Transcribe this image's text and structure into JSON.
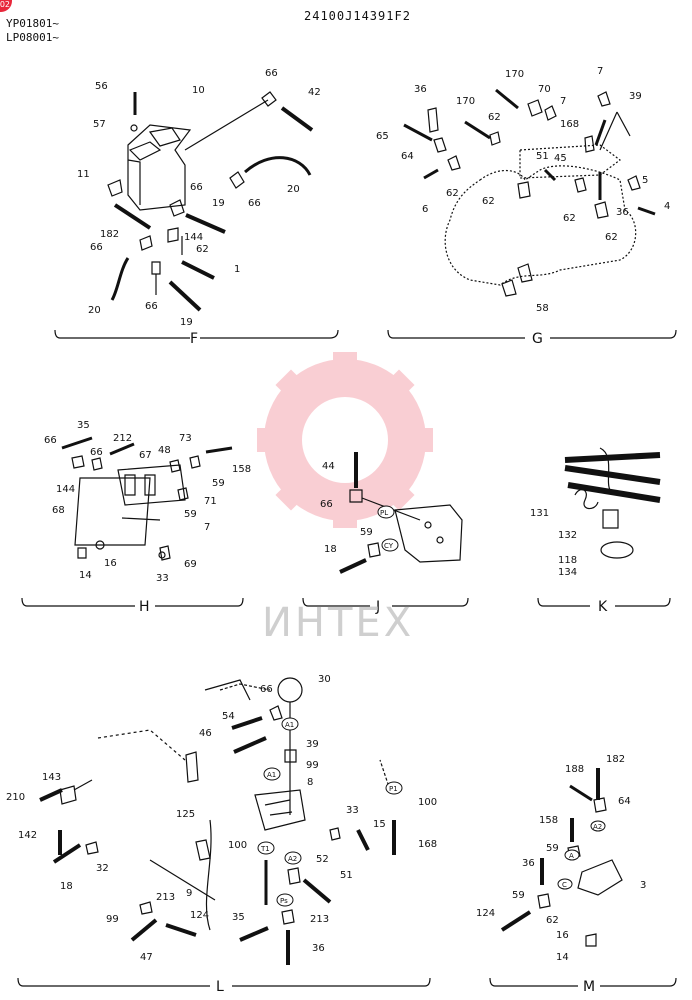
{
  "corner_badge": "02",
  "header": {
    "serial_1": "YP01801~",
    "serial_2": "LP08001~",
    "drawing_no": "24100J14391F2"
  },
  "watermark": "ИНТЕХ",
  "sections": {
    "F": {
      "label": "F",
      "parts": [
        "56",
        "10",
        "66",
        "42",
        "57",
        "11",
        "66",
        "20",
        "66",
        "19",
        "182",
        "144",
        "66",
        "62",
        "20",
        "66",
        "1",
        "19"
      ]
    },
    "G": {
      "label": "G",
      "parts": [
        "7",
        "170",
        "70",
        "36",
        "39",
        "170",
        "7",
        "62",
        "65",
        "168",
        "64",
        "51",
        "45",
        "62",
        "5",
        "62",
        "6",
        "36",
        "4",
        "62",
        "62",
        "58"
      ]
    },
    "H": {
      "label": "H",
      "parts": [
        "35",
        "212",
        "66",
        "66",
        "48",
        "73",
        "67",
        "144",
        "158",
        "59",
        "68",
        "71",
        "59",
        "7",
        "16",
        "69",
        "14",
        "33"
      ]
    },
    "J": {
      "label": "J",
      "parts": [
        "44",
        "66",
        "59",
        "18"
      ],
      "ports": [
        "PL",
        "CY"
      ]
    },
    "K": {
      "label": "K",
      "parts": [
        "131",
        "132",
        "118",
        "134"
      ]
    },
    "L": {
      "label": "L",
      "parts": [
        "30",
        "66",
        "54",
        "46",
        "39",
        "99",
        "143",
        "8",
        "210",
        "100",
        "33",
        "125",
        "142",
        "15",
        "100",
        "168",
        "52",
        "32",
        "18",
        "9",
        "51",
        "213",
        "99",
        "124",
        "35",
        "213",
        "47",
        "36"
      ],
      "ports": [
        "A1",
        "A1",
        "P1",
        "T1",
        "A2",
        "Ps"
      ]
    },
    "M": {
      "label": "M",
      "parts": [
        "188",
        "182",
        "64",
        "158",
        "59",
        "36",
        "3",
        "59",
        "62",
        "124",
        "16",
        "14"
      ],
      "ports": [
        "A2",
        "A",
        "C"
      ]
    }
  }
}
